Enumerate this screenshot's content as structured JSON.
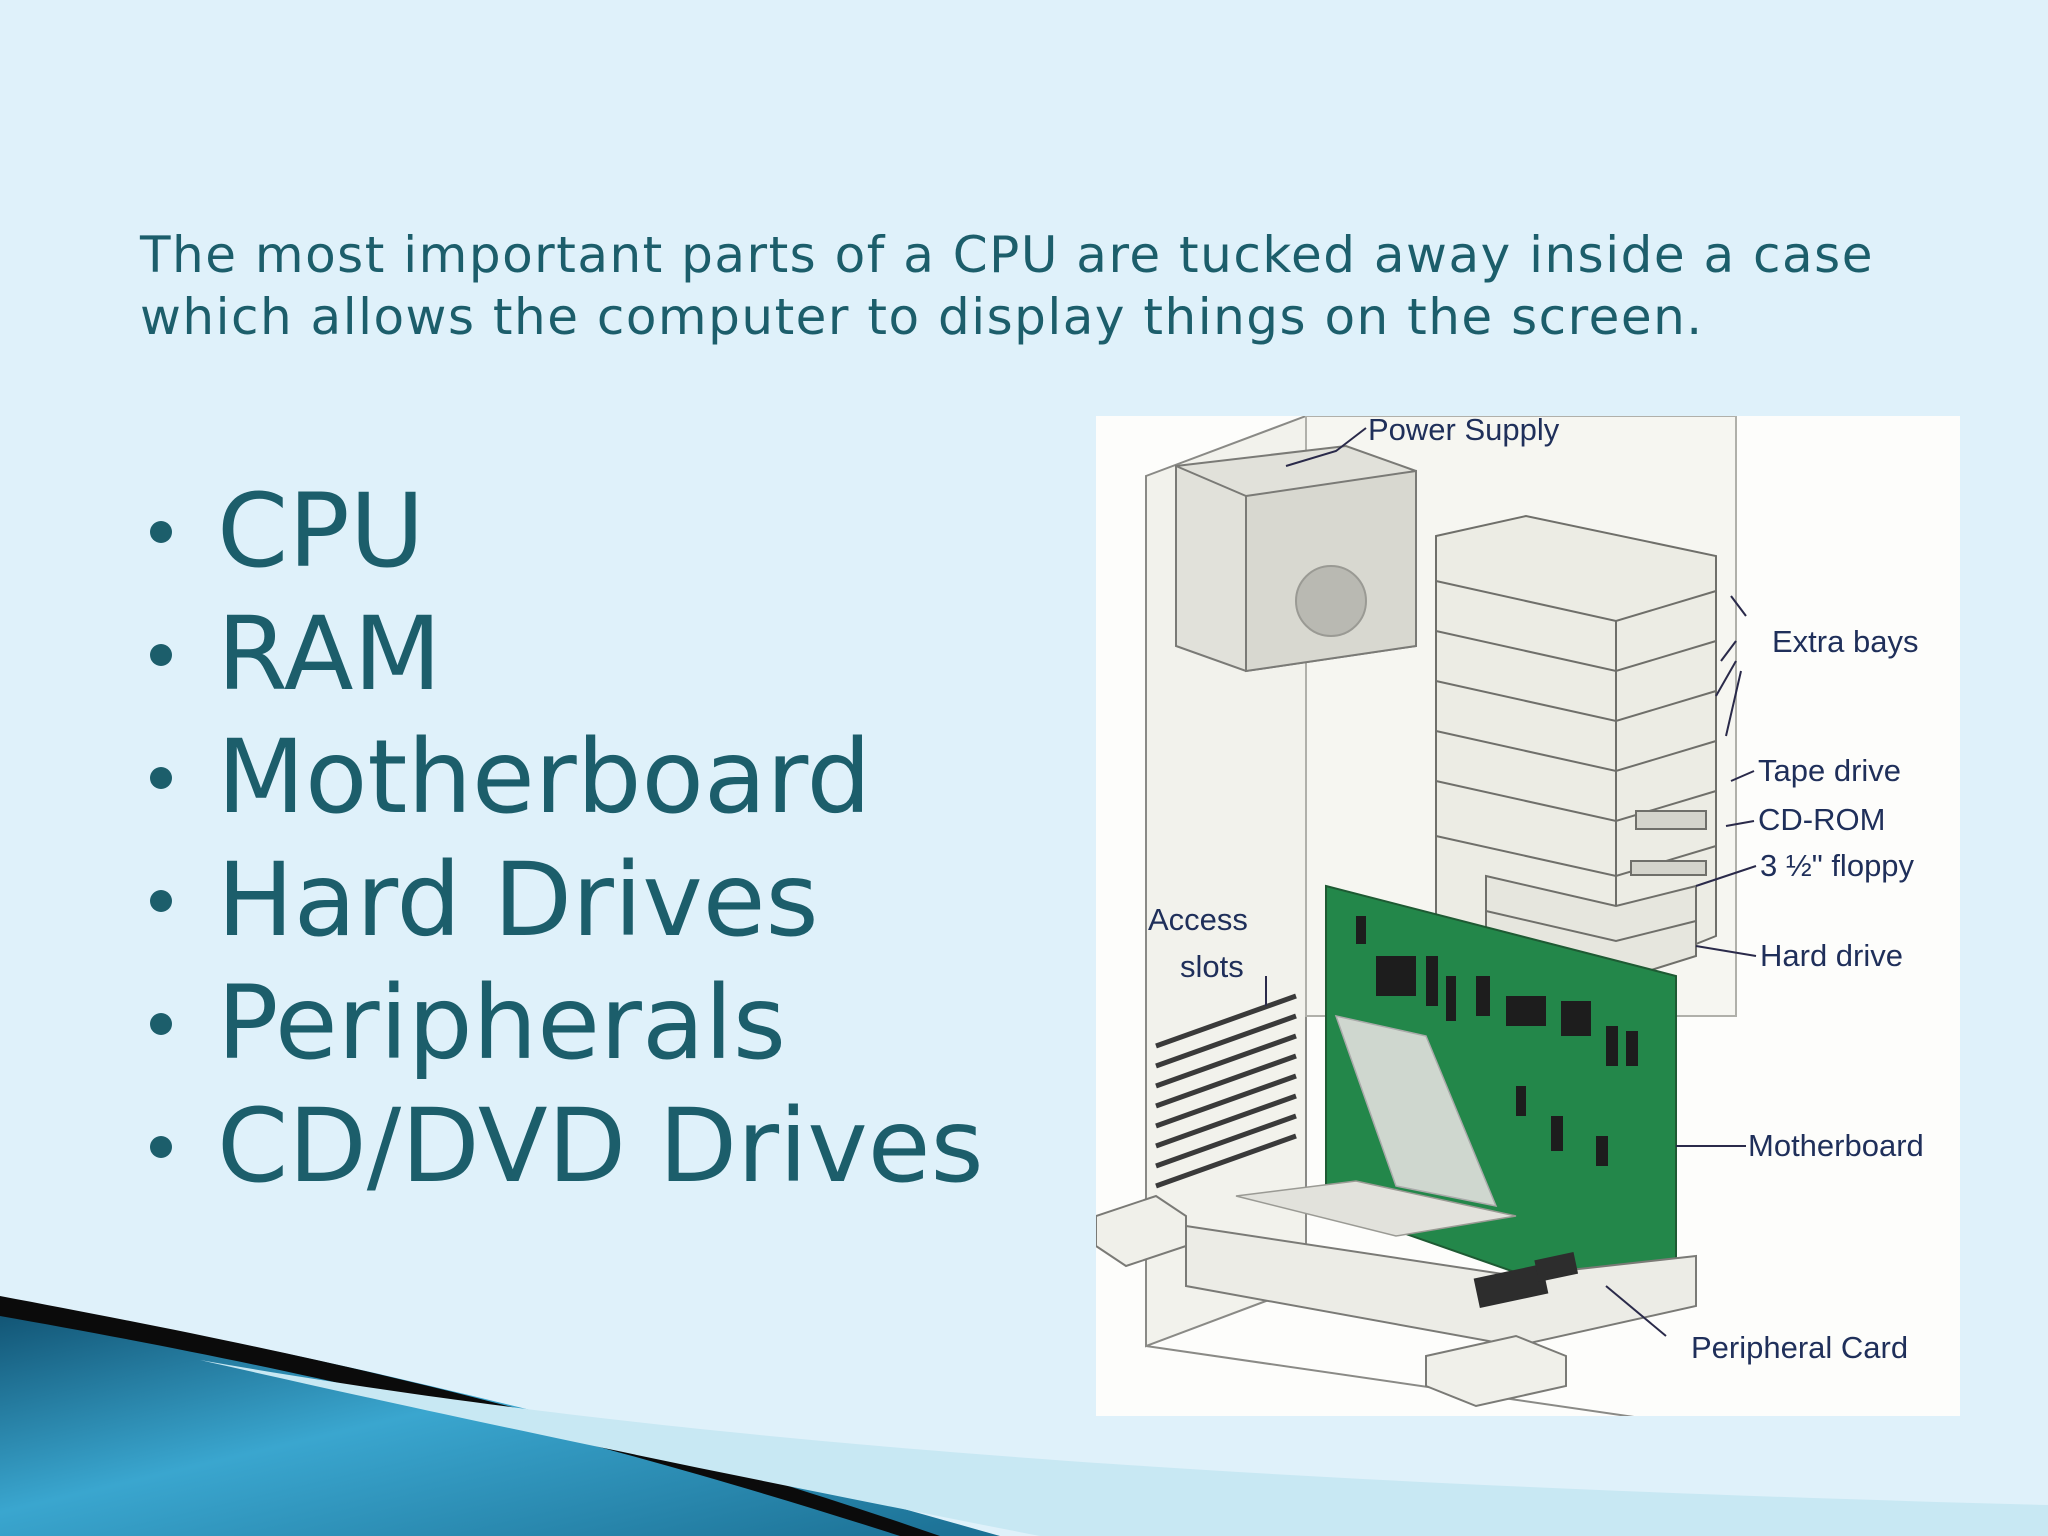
{
  "slide": {
    "intro_text": "The most important parts of a CPU are tucked away inside a case which allows the computer to display things on the screen.",
    "bullets": [
      "CPU",
      "RAM",
      "Motherboard",
      "Hard Drives",
      "Peripherals",
      "CD/DVD Drives"
    ]
  },
  "diagram": {
    "labels": {
      "power_supply": "Power Supply",
      "extra_bays": "Extra bays",
      "tape_drive": "Tape drive",
      "cd_rom": "CD-ROM",
      "floppy": "3 ½\" floppy",
      "hard_drive": "Hard drive",
      "access_slots_1": "Access",
      "access_slots_2": "slots",
      "motherboard": "Motherboard",
      "peripheral_card": "Peripheral Card"
    }
  },
  "colors": {
    "background": "#dff1fa",
    "text": "#1c5e6b",
    "board_green": "#23874a",
    "accent_blue": "#2d93b8"
  }
}
